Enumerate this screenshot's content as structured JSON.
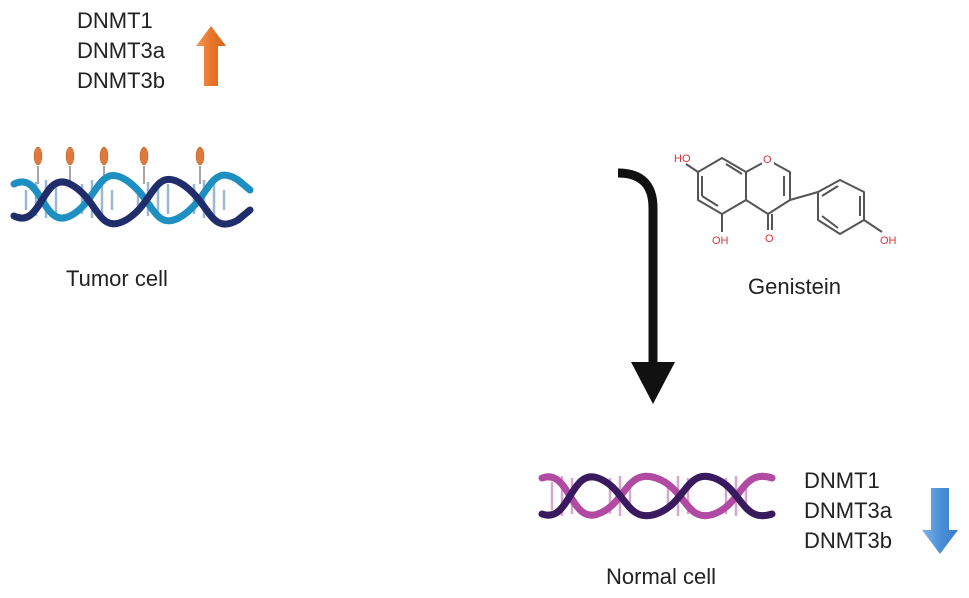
{
  "tumor": {
    "genes": [
      "DNMT1",
      "DNMT3a",
      "DNMT3b"
    ],
    "label": "Tumor cell",
    "trend": "up"
  },
  "normal": {
    "genes": [
      "DNMT1",
      "DNMT3a",
      "DNMT3b"
    ],
    "label": "Normal cell",
    "trend": "down"
  },
  "compound": {
    "name": "Genistein",
    "atoms": {
      "oh_left": "HO",
      "o_ring": "O",
      "oh_bottom": "OH",
      "o_ketone": "O",
      "oh_right": "OH"
    }
  },
  "colors": {
    "up_arrow": "#e8762b",
    "down_arrow": "#4a90d9",
    "tumor_dna_dark": "#1f2d6b",
    "tumor_dna_light": "#1d8fc0",
    "normal_dna_dark": "#3a1a5e",
    "normal_dna_light": "#b04aa3",
    "methyl_marks": "#e07a3c",
    "process_arrow": "#111111",
    "molecule_bonds": "#555555",
    "molecule_heteroatoms": "#d9333c"
  }
}
